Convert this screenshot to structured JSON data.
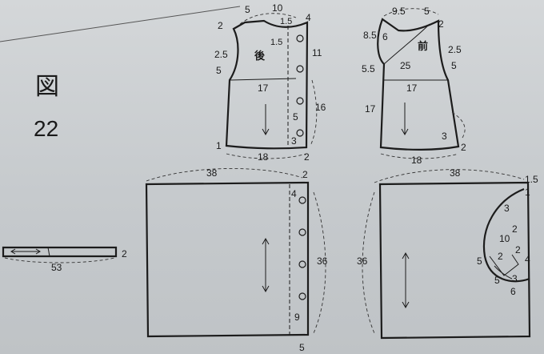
{
  "figure": {
    "label_char": "図",
    "label_num": "22"
  },
  "back_bodice": {
    "title": "後",
    "labels": {
      "neck_width": "10",
      "neck_left": "5",
      "shoulder_drop": "2",
      "neck_front": "1.5",
      "neck_depth": "1.5",
      "overlap": "4",
      "shoulder": "2.5",
      "arm_top": "5",
      "armhole": "11",
      "chest": "17",
      "side": "16",
      "button_gap": "5",
      "hem_left": "1",
      "hem_right": "3",
      "hem": "18",
      "hem_below": "2"
    }
  },
  "front_bodice": {
    "title": "前",
    "labels": {
      "neck_width": "9.5",
      "neck_right": "5",
      "neck_depth": "8.5",
      "neck_inner": "6",
      "shoulder_drop": "2",
      "shoulder": "2.5",
      "arm_top": "5",
      "arm_mid": "25",
      "arm_left": "5.5",
      "chest": "17",
      "side": "17",
      "hem_right": "3",
      "hem_right2": "2",
      "hem": "18"
    }
  },
  "back_skirt": {
    "labels": {
      "width": "38",
      "top_offset": "2",
      "overlap": "4",
      "length": "36",
      "bottom_button": "9",
      "bottom": "5"
    }
  },
  "front_skirt": {
    "labels": {
      "width": "38",
      "top_right": "1.5",
      "top_right2": "1",
      "length": "36",
      "pocket_top": "3",
      "pocket_w": "10",
      "pocket_a": "2",
      "pocket_b": "2",
      "pocket_left": "5",
      "pocket_c": "2",
      "pocket_right": "4",
      "pocket_d": "5",
      "pocket_e": "3",
      "pocket_f": "6"
    }
  },
  "belt": {
    "length": "53",
    "width": "2"
  }
}
